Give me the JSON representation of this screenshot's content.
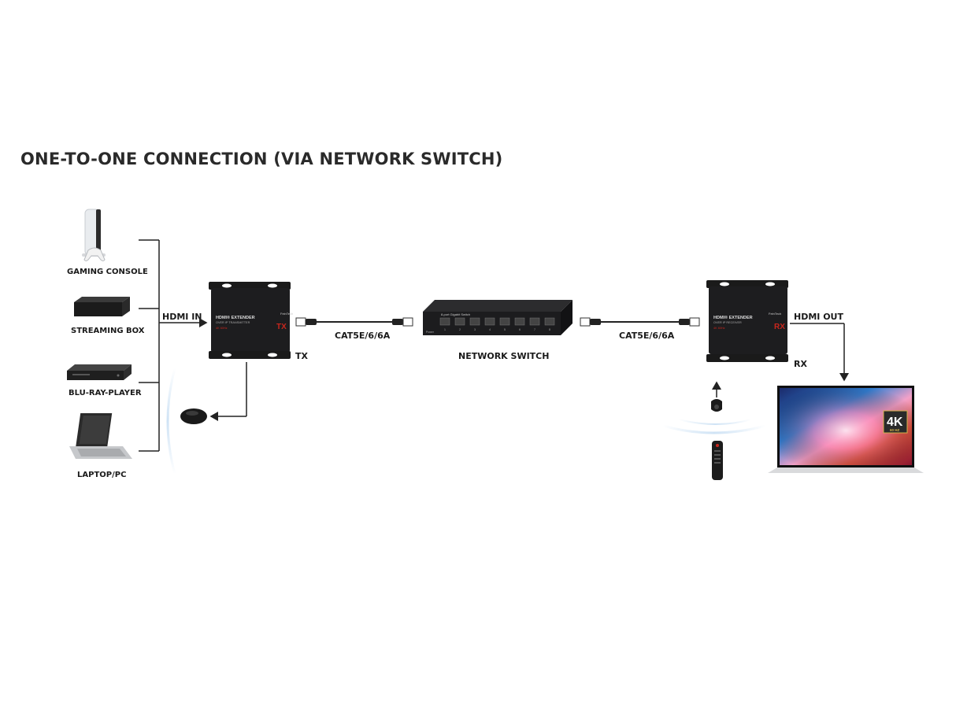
{
  "title": "ONE-TO-ONE CONNECTION (VIA NETWORK SWITCH)",
  "sources": [
    {
      "label": "GAMING CONSOLE",
      "icon": "gaming-console-icon"
    },
    {
      "label": "STREAMING BOX",
      "icon": "streaming-box-icon"
    },
    {
      "label": "BLU-RAY-PLAYER",
      "icon": "blu-ray-player-icon"
    },
    {
      "label": "LAPTOP/PC",
      "icon": "laptop-icon"
    }
  ],
  "connections": {
    "hdmi_in": "HDMI IN",
    "hdmi_out": "HDMI OUT",
    "cable_left": "CAT5E/6/6A",
    "cable_right": "CAT5E/6/6A"
  },
  "transmitter": {
    "label": "TX",
    "badge": "TX",
    "line1": "HDMI® EXTENDER",
    "line2": "OVER IP TRANSMITTER",
    "line3": "4K 60Hz",
    "brand": "FeinTech"
  },
  "receiver": {
    "label": "RX",
    "badge": "RX",
    "line1": "HDMI® EXTENDER",
    "line2": "OVER IP RECEIVER",
    "line3": "4K 60Hz",
    "brand": "FeinTech"
  },
  "switch": {
    "label": "NETWORK SWITCH",
    "model": "8-port Gigabit Switch",
    "power": "Power",
    "ports": [
      "1",
      "2",
      "3",
      "4",
      "5",
      "6",
      "7",
      "8"
    ]
  },
  "tv": {
    "badge_main": "4K",
    "badge_sub": "60 HZ"
  },
  "colors": {
    "device_body": "#1d1d1f",
    "accent_red": "#c8261d",
    "line": "#222222",
    "ir_wave": "#cfe3f5"
  }
}
